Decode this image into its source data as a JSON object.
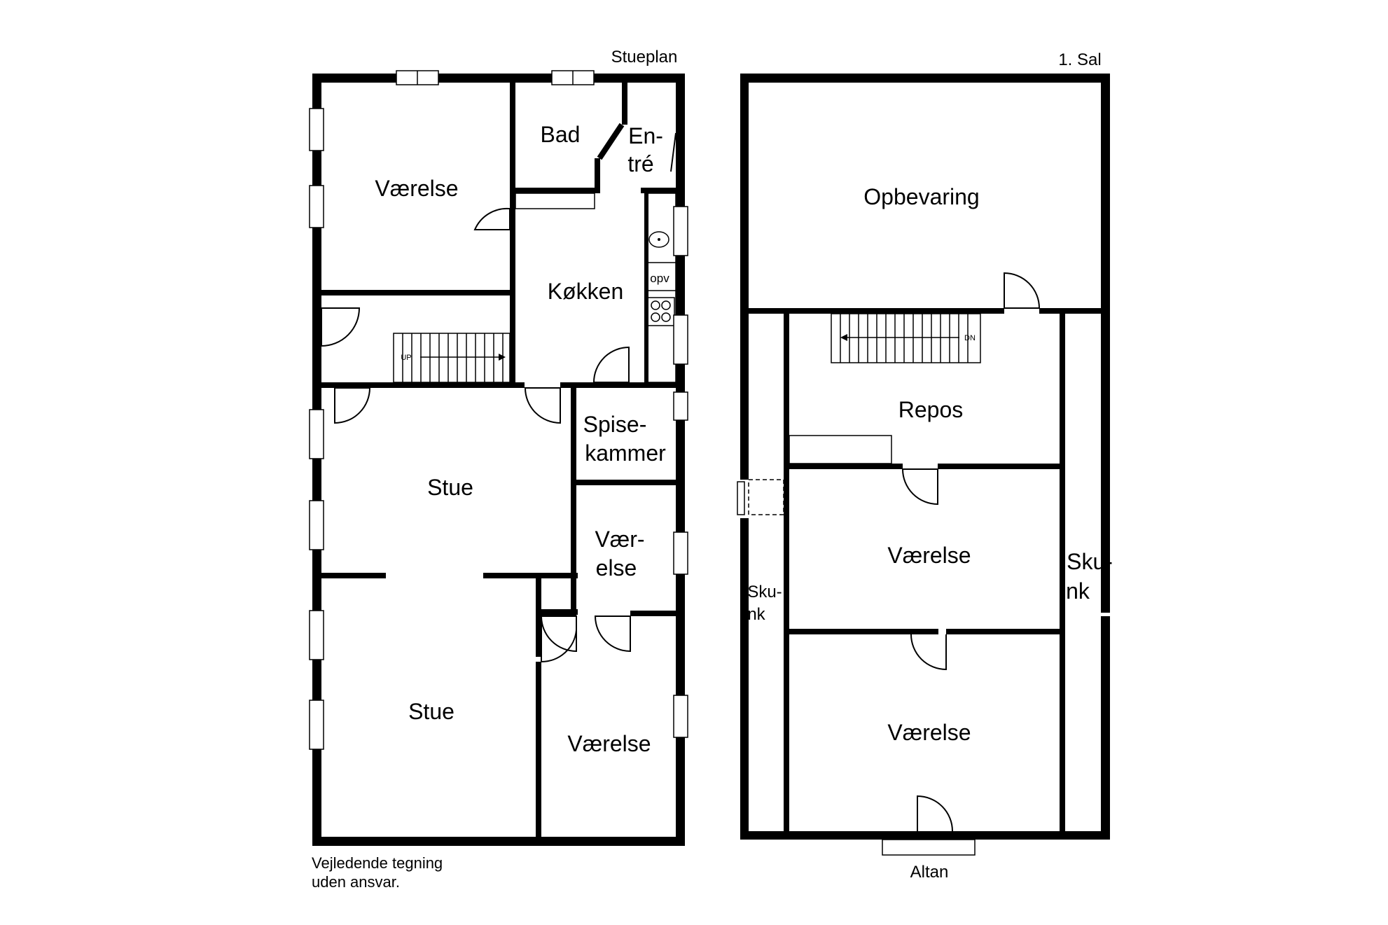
{
  "plans": {
    "ground": {
      "title": "Stueplan",
      "rooms": {
        "vaerelse_nw": "Værelse",
        "bad": "Bad",
        "entre_1": "En-",
        "entre_2": "tré",
        "koekken": "Køkken",
        "opv": "opv",
        "spisekammer_1": "Spise-",
        "spisekammer_2": "kammer",
        "stue_1": "Stue",
        "vaerelse_mid_1": "Vær-",
        "vaerelse_mid_2": "else",
        "stue_2": "Stue",
        "vaerelse_se": "Værelse"
      },
      "stair_label": "UP"
    },
    "upper": {
      "title": "1. Sal",
      "rooms": {
        "opbevaring": "Opbevaring",
        "repos": "Repos",
        "vaerelse_1": "Værelse",
        "vaerelse_2": "Værelse",
        "skunk_left_1": "Sku-",
        "skunk_left_2": "nk",
        "skunk_right_1": "Sku-",
        "skunk_right_2": "nk",
        "altan": "Altan"
      },
      "stair_label": "DN"
    }
  },
  "disclaimer": {
    "line1": "Vejledende tegning",
    "line2": "uden ansvar."
  }
}
